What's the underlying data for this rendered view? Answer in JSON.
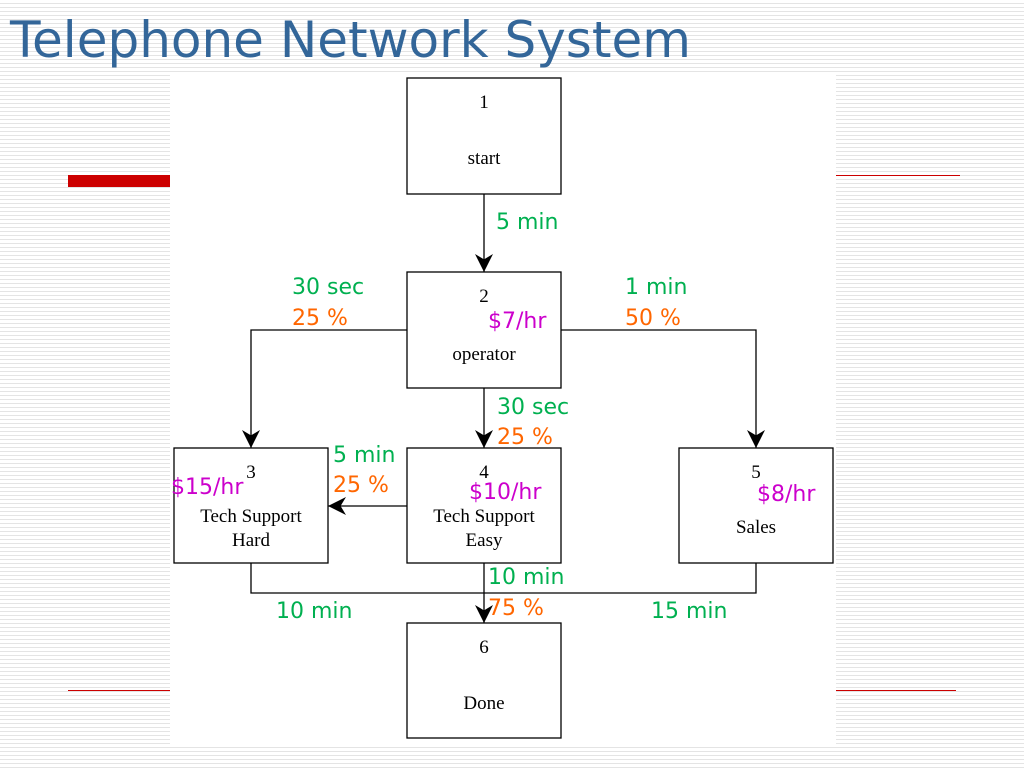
{
  "slide": {
    "title": "Telephone Network System",
    "colors": {
      "title": "#336699",
      "accent_bar": "#cc0000",
      "rule": "#cc0000",
      "time": "#00b050",
      "probability": "#ff6600",
      "cost": "#cc00cc",
      "node_stroke": "#000000"
    }
  },
  "diagram": {
    "nodes": [
      {
        "id": "1",
        "number": "1",
        "name_lines": [
          "start"
        ]
      },
      {
        "id": "2",
        "number": "2",
        "name_lines": [
          "operator"
        ],
        "cost": "$7/hr"
      },
      {
        "id": "3",
        "number": "3",
        "name_lines": [
          "Tech Support",
          "Hard"
        ],
        "cost": "$15/hr"
      },
      {
        "id": "4",
        "number": "4",
        "name_lines": [
          "Tech Support",
          "Easy"
        ],
        "cost": "$10/hr"
      },
      {
        "id": "5",
        "number": "5",
        "name_lines": [
          "Sales"
        ],
        "cost": "$8/hr"
      },
      {
        "id": "6",
        "number": "6",
        "name_lines": [
          "Done"
        ]
      }
    ],
    "edges": [
      {
        "from": "1",
        "to": "2",
        "time": "5 min"
      },
      {
        "from": "2",
        "to": "3",
        "time": "30 sec",
        "probability": "25 %"
      },
      {
        "from": "2",
        "to": "5",
        "time": "1 min",
        "probability": "50 %"
      },
      {
        "from": "2",
        "to": "4",
        "time": "30 sec",
        "probability": "25 %"
      },
      {
        "from": "4",
        "to": "3",
        "time": "5 min",
        "probability": "25 %"
      },
      {
        "from": "4",
        "to": "6",
        "time": "10 min",
        "probability": "75 %"
      },
      {
        "from": "3",
        "to": "6",
        "time": "10 min"
      },
      {
        "from": "5",
        "to": "6",
        "time": "15 min"
      }
    ]
  }
}
